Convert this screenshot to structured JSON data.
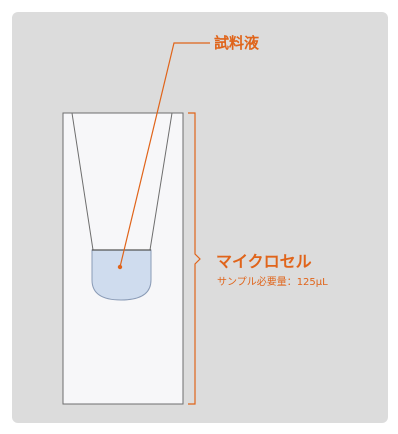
{
  "labels": {
    "sample_solution": "試料液",
    "micro_cell": "マイクロセル",
    "sample_volume": "サンプル必要量：125μL"
  },
  "colors": {
    "accent": "#e0641a",
    "background_panel": "#dcdcdc",
    "cell_body": "#f7f7f9",
    "liquid": "#cfdcee"
  }
}
